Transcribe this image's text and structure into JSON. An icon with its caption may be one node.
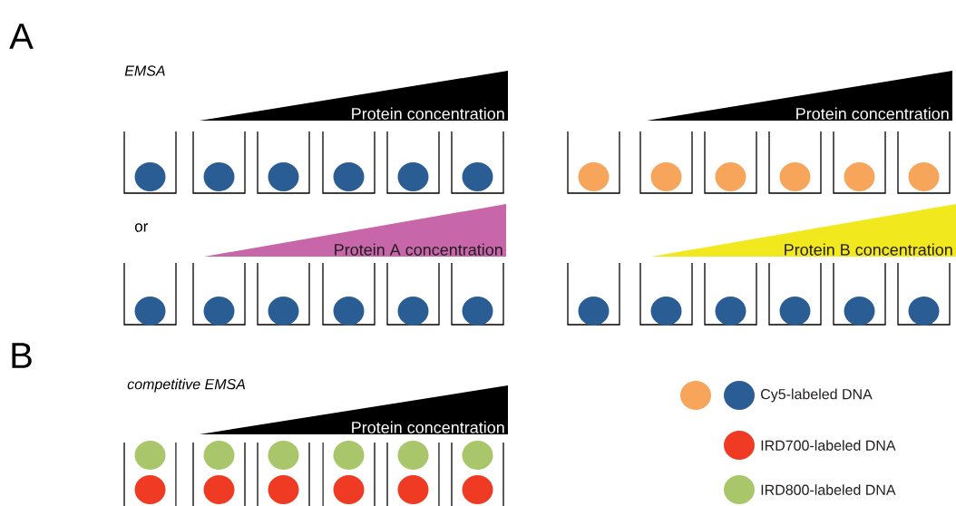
{
  "diagram": {
    "nodes": [
      {
        "text": [
          "Protein concentration"
        ]
      },
      {
        "text": [
          "Protein concentration"
        ]
      },
      {
        "text": [
          "Protein A concentration"
        ]
      },
      {
        "text": [
          "Protein B concentration"
        ]
      },
      {
        "text": [
          "Protein concentration"
        ]
      }
    ],
    "labels": [
      "A",
      "EMSA",
      "or",
      "B",
      "competitive EMSA"
    ],
    "legend": [
      {
        "text": "Cy5-labeled DNA",
        "color": "#2a5d93"
      },
      {
        "text": "IRD700-labeled DNA",
        "color": "#ef3a24"
      },
      {
        "text": "IRD800-labeled DNA",
        "color": "#a9c66a"
      }
    ]
  }
}
